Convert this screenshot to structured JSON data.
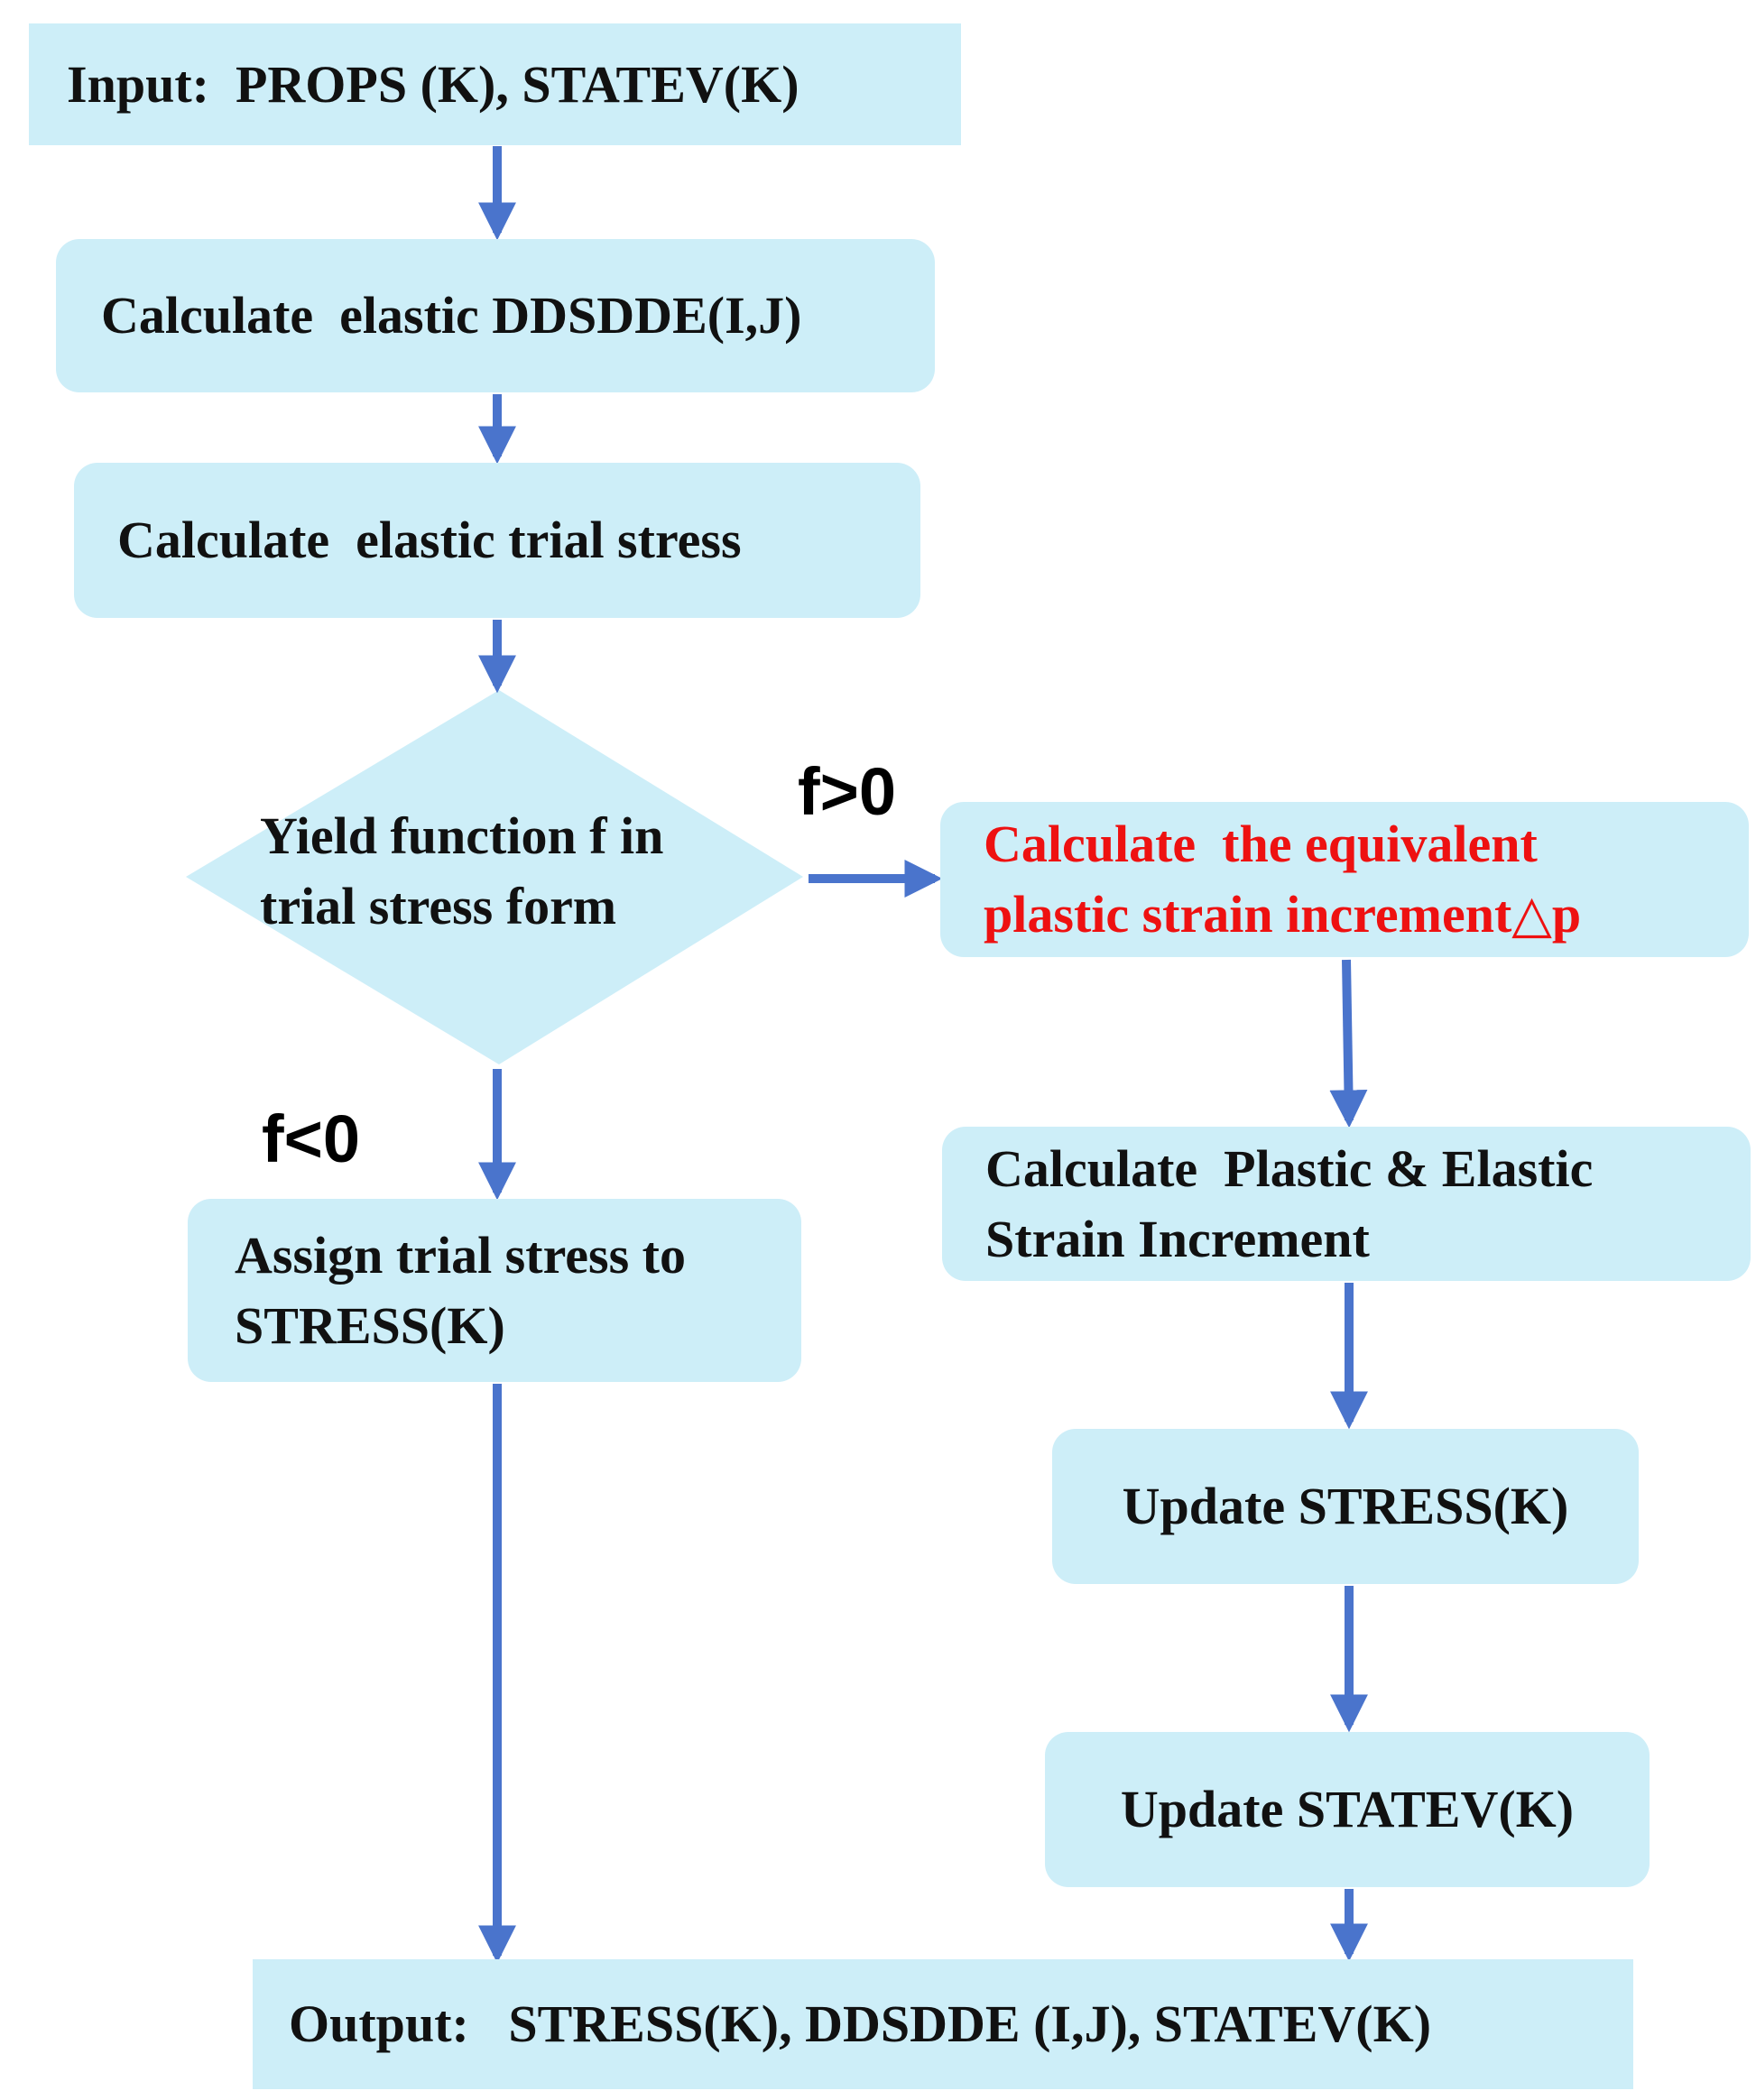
{
  "colors": {
    "box_fill": "#cdeef8",
    "arrow": "#4a74cc",
    "text": "#111111",
    "highlight_text": "#ee1111"
  },
  "nodes": {
    "input": "Input:  PROPS (K), STATEV(K)",
    "calc_ddsdde": "Calculate  elastic DDSDDE(I,J)",
    "calc_trial_stress": "Calculate  elastic trial stress",
    "yield_line1": "Yield function f in",
    "yield_line2": "trial stress form",
    "equiv_line1": "Calculate  the equivalent",
    "equiv_line2": "plastic strain increment△p",
    "plastic_elastic_line1": "Calculate  Plastic & Elastic",
    "plastic_elastic_line2": "Strain Increment",
    "assign_line1": "Assign trial stress to",
    "assign_line2": "STRESS(K)",
    "update_stress": "Update STRESS(K)",
    "update_statev": "Update STATEV(K)",
    "output": "Output:   STRESS(K), DDSDDE (I,J), STATEV(K)"
  },
  "edge_labels": {
    "f_positive": "f>0",
    "f_negative": "f<0"
  }
}
